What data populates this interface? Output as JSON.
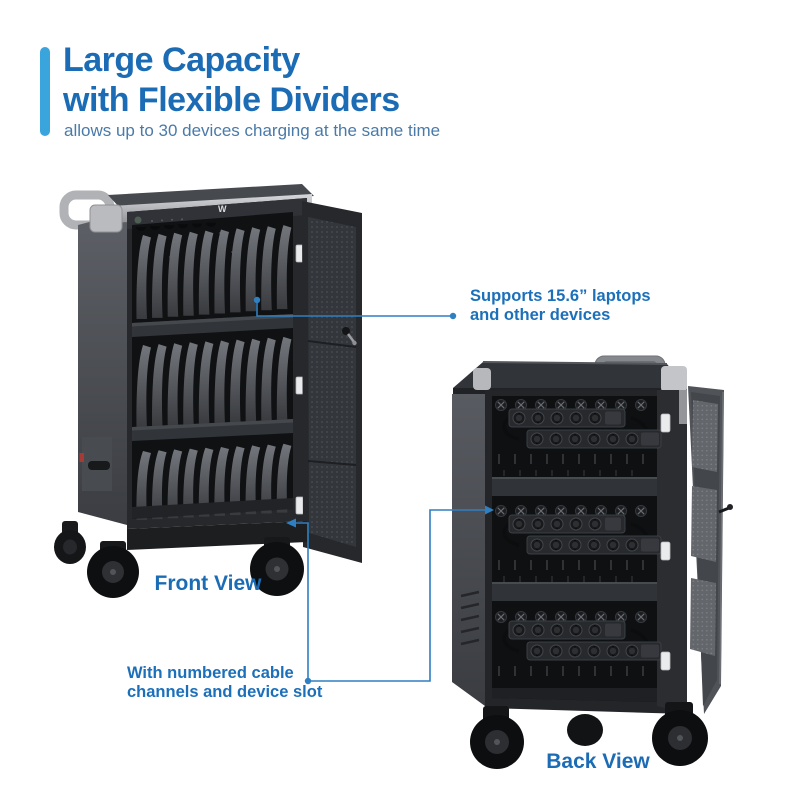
{
  "header": {
    "title_line1": "Large Capacity",
    "title_line2": "with Flexible Dividers",
    "subtitle": "allows up to 30 devices charging at the same time"
  },
  "callouts": {
    "laptops": {
      "line1": "Supports 15.6” laptops",
      "line2": "and other devices"
    },
    "cable": {
      "line1": "With numbered cable",
      "line2": "channels and device slot"
    }
  },
  "labels": {
    "front_view": "Front View",
    "back_view": "Back View"
  },
  "brand": {
    "logo_mark": "W"
  },
  "colors": {
    "title_blue": "#1b6cb5",
    "accent_bar": "#3aa4dd",
    "subtitle_blue": "#4a7aa8",
    "callout_blue": "#1c70ba",
    "connector": "#2f7fc1",
    "cart_body": "#26282b",
    "cart_side": "#55585e",
    "trim_silver": "#b9bbbf"
  }
}
